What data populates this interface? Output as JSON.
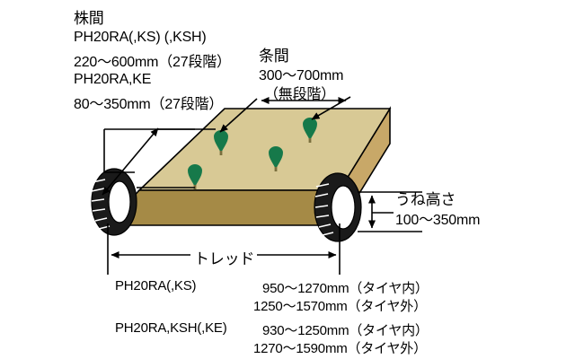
{
  "diagram": {
    "title_kabuma": "株間",
    "kabuma": {
      "line1": "PH20RA(,KS) (,KSH)",
      "line2": "220〜600mm（27段階）",
      "line3": "PH20RA,KE",
      "line4": "80〜350mm（27段階）"
    },
    "title_jyoma": "条間",
    "jyoma": {
      "line1": "300〜700mm",
      "line2": "（無段階）"
    },
    "title_une": "うね高さ",
    "une": {
      "line1": "100〜350mm"
    },
    "tread_label": "トレッド",
    "table": {
      "rows": [
        {
          "model": "PH20RA(,KS)",
          "value_inner": "950〜1270mm（タイヤ内）",
          "value_outer": "1250〜1570mm（タイヤ外）"
        },
        {
          "model": "PH20RA,KSH(,KE)",
          "value_inner": "930〜1250mm（タイヤ内）",
          "value_outer": "1270〜1590mm（タイヤ外）"
        }
      ]
    },
    "colors": {
      "bed_top": "#d8c995",
      "bed_front": "#a58a46",
      "bed_side": "#c8a868",
      "plant": "#16794a",
      "tire": "#1a1a1a",
      "outline": "#000000",
      "background": "#ffffff"
    },
    "icons": {
      "plant": "seedling-icon",
      "tire": "tire-icon"
    }
  }
}
